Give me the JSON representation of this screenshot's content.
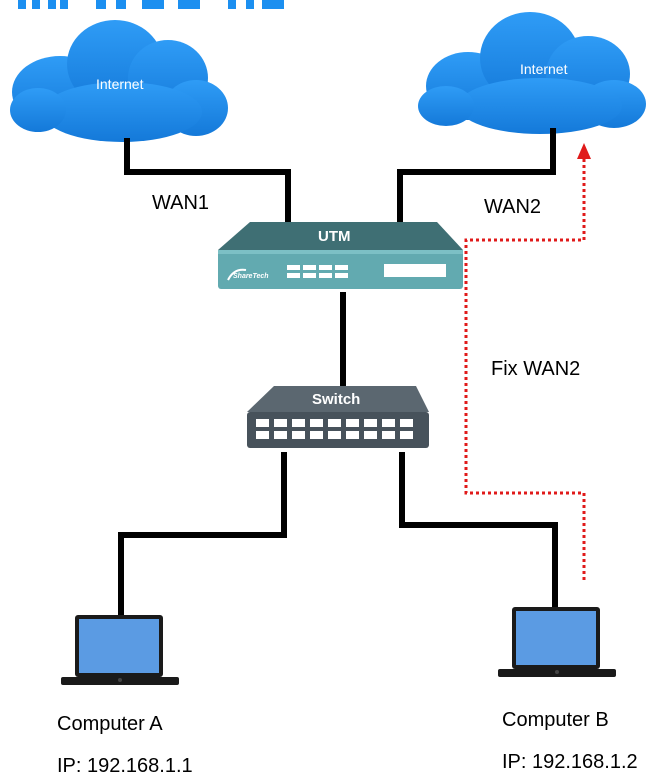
{
  "clouds": {
    "left_label": "Internet",
    "right_label": "Internet"
  },
  "links": {
    "wan1": "WAN1",
    "wan2": "WAN2",
    "fix_route": "Fix WAN2"
  },
  "utm": {
    "label": "UTM",
    "brand": "ShareTech"
  },
  "switch": {
    "label": "Switch"
  },
  "computers": [
    {
      "name": "Computer A",
      "ip": "IP: 192.168.1.1"
    },
    {
      "name": "Computer B",
      "ip": "IP: 192.168.1.2"
    }
  ],
  "colors": {
    "cloud": "#1c8ff0",
    "utm_body": "#62aab0",
    "utm_top": "#3f6f74",
    "switch_body": "#47525b",
    "wire": "#000000",
    "fixed_route": "#e01a1a",
    "screen": "#5b9be3"
  }
}
